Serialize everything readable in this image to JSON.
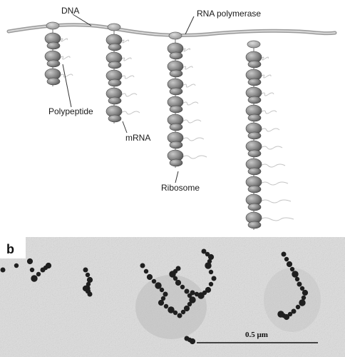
{
  "panel_a": {
    "labels": {
      "dna": "DNA",
      "rna_polymerase": "RNA polymerase",
      "polypeptide": "Polypeptide",
      "mrna": "mRNA",
      "ribosome": "Ribosome"
    },
    "transcripts": [
      {
        "ribosome_count": 3
      },
      {
        "ribosome_count": 5
      },
      {
        "ribosome_count": 7
      },
      {
        "ribosome_count": 10
      }
    ]
  },
  "panel_b": {
    "panel_label": "b",
    "scale_bar": "0.5 μm"
  },
  "colors": {
    "dna": "#bdbdbd",
    "ribosome": "#7a7a7a",
    "micrograph_bg": "#dcdcdc",
    "polysome": "#1f1f1f"
  }
}
